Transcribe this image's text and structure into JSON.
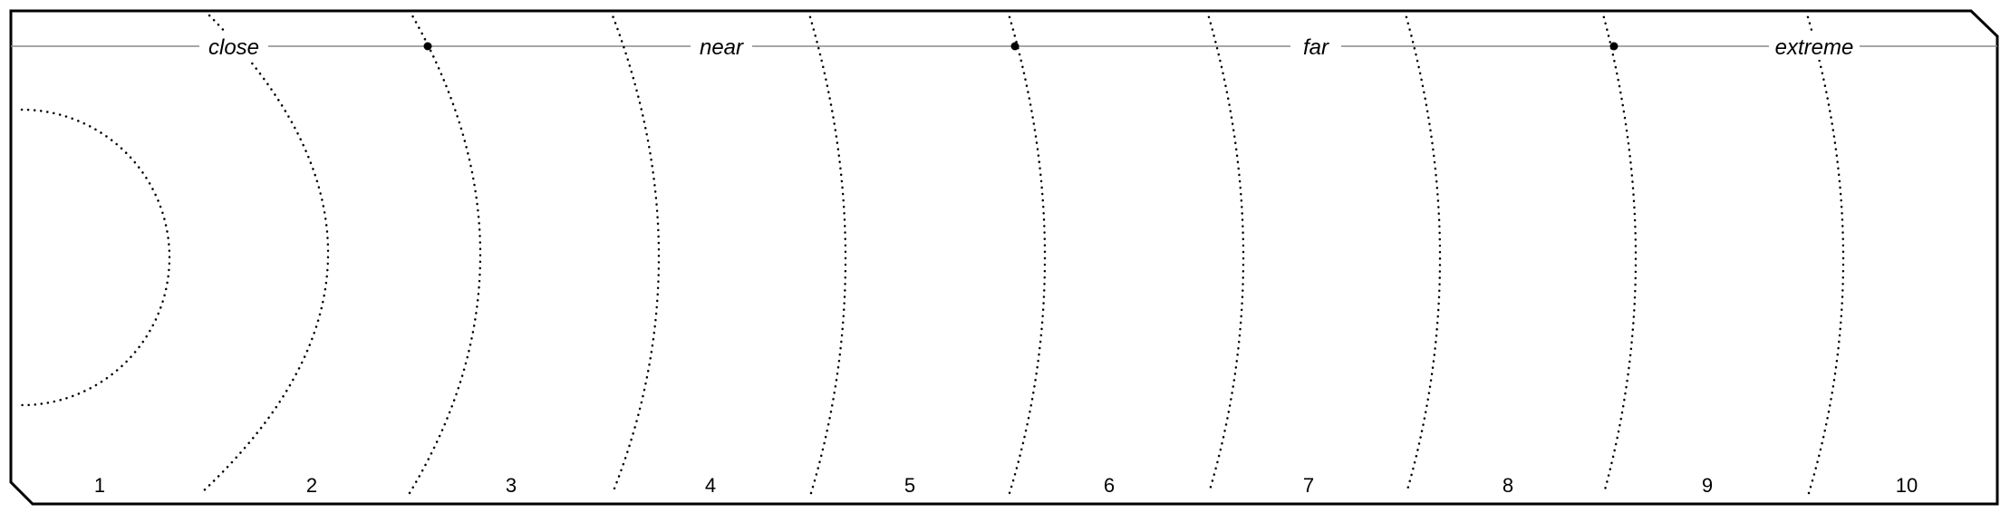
{
  "colors": {
    "outline": "#000000",
    "range_line": "#888888",
    "background": "#ffffff"
  },
  "range_bands": [
    {
      "label": "close"
    },
    {
      "label": "near"
    },
    {
      "label": "far"
    },
    {
      "label": "extreme"
    }
  ],
  "zones": [
    "1",
    "2",
    "3",
    "4",
    "5",
    "6",
    "7",
    "8",
    "9",
    "10"
  ]
}
